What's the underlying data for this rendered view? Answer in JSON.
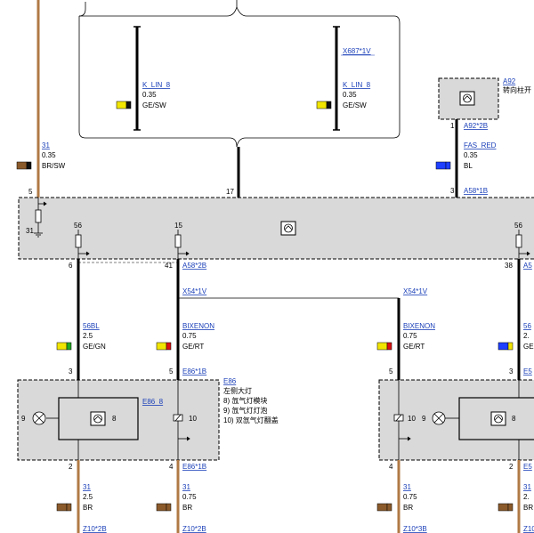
{
  "wires": {
    "w31_top": {
      "id": "31",
      "section": "0.35",
      "color_code": "BR/SW",
      "swatch": [
        "#8b5a2b",
        "#111111"
      ]
    },
    "k_lin_left": {
      "id": "K_LIN_8",
      "section": "0.35",
      "color_code": "GE/SW",
      "swatch": [
        "#f2e600",
        "#111111"
      ]
    },
    "k_lin_right": {
      "id": "K_LIN_8",
      "section": "0.35",
      "color_code": "GE/SW",
      "swatch": [
        "#f2e600",
        "#111111"
      ]
    },
    "fas_red": {
      "id": "FAS_RED",
      "section": "0.35",
      "color_code": "BL",
      "swatch": [
        "#1e3fff",
        "#1e3fff"
      ]
    },
    "w56bl": {
      "id": "56BL",
      "section": "2.5",
      "color_code": "GE/GN",
      "swatch": [
        "#f2e600",
        "#22aa22"
      ]
    },
    "bixenon_left": {
      "id": "BIXENON",
      "section": "0.75",
      "color_code": "GE/RT",
      "swatch": [
        "#f2e600",
        "#dd1111"
      ]
    },
    "bixenon_right": {
      "id": "BIXENON",
      "section": "0.75",
      "color_code": "GE/RT",
      "swatch": [
        "#f2e600",
        "#dd1111"
      ]
    },
    "w31_bl": {
      "id": "31",
      "section": "2.5",
      "color_code": "BR",
      "swatch": [
        "#8b5a2b",
        "#8b5a2b"
      ]
    },
    "w31_bm": {
      "id": "31",
      "section": "0.75",
      "color_code": "BR",
      "swatch": [
        "#8b5a2b",
        "#8b5a2b"
      ]
    },
    "w31_br": {
      "id": "31",
      "section": "0.75",
      "color_code": "BR",
      "swatch": [
        "#8b5a2b",
        "#8b5a2b"
      ]
    },
    "w56_cut": {
      "id": "56",
      "section": "2.",
      "color_code": "GE",
      "swatch": [
        "#1e3fff",
        "#f2e600"
      ]
    },
    "w31_cut": {
      "id": "31",
      "section": "2.",
      "color_code": "BR",
      "swatch": [
        "#8b5a2b",
        "#8b5a2b"
      ]
    }
  },
  "connectors": {
    "x687": "X687*1V",
    "a92_2b": "A92*2B",
    "a58_1b": "A58*1B",
    "a58_2b": "A58*2B",
    "a58_cut": "A5",
    "x54_left": "X54*1V",
    "x54_right": "X54*1V",
    "e86_1b_top": "E86*1B",
    "e86_1b_bottom": "E86*1B",
    "e5_top": "E5",
    "e5_bottom": "E5",
    "z10_2b_left": "Z10*2B",
    "z10_2b_mid": "Z10*2B",
    "z10_3b": "Z10*3B",
    "z10_cut": "Z10"
  },
  "components": {
    "a92": {
      "ref": "A92",
      "name": "转向柱开"
    },
    "e86": {
      "ref": "E86",
      "name": "左侧大灯",
      "items": [
        "8)  氙气灯模块",
        "9)  氙气灯灯泡",
        "10) 双氙气灯翻盖"
      ],
      "sub_ref": "E86_8"
    }
  },
  "pins": {
    "p5": "5",
    "p17": "17",
    "p1": "1",
    "p3_top": "3",
    "p31": "31",
    "p56_left": "56",
    "p15": "15",
    "p56_right": "56",
    "p6": "6",
    "p41": "41",
    "p38": "38",
    "p3_e86": "3",
    "p5_e86": "5",
    "p5_r": "5",
    "p3_r": "3",
    "p9": "9",
    "p8": "8",
    "p10": "10",
    "p10_r": "10",
    "p9_r": "9",
    "p8_r": "8",
    "p2": "2",
    "p4": "4",
    "p4_r": "4",
    "p2_r": "2"
  }
}
